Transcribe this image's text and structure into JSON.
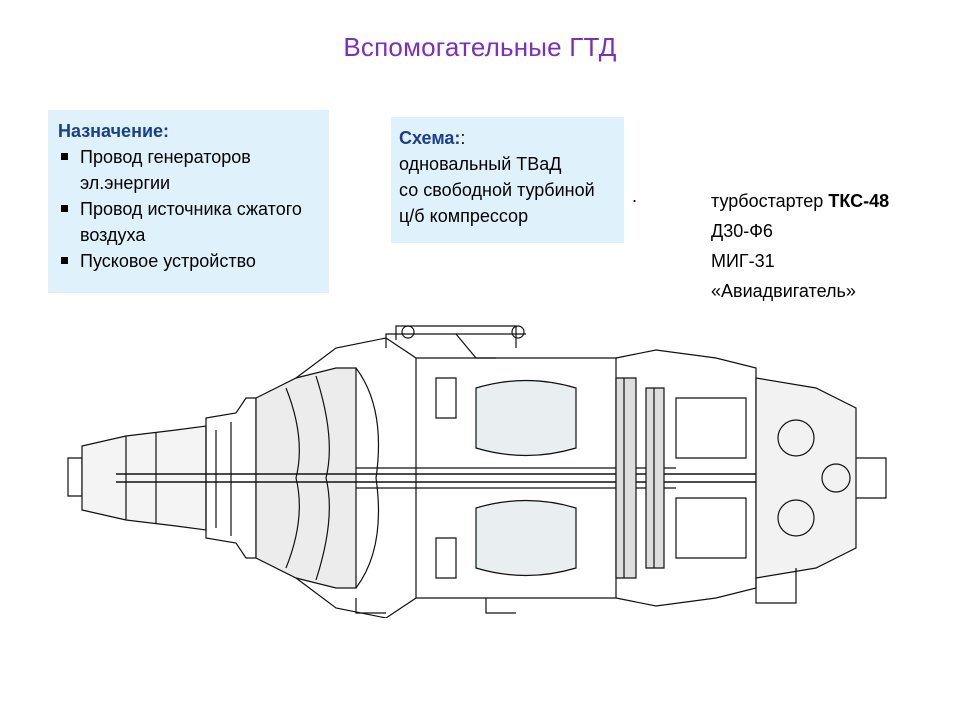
{
  "slide": {
    "title_main": "Вспомогательные",
    "title_accent": "ГТД"
  },
  "purpose": {
    "heading": "Назначение:",
    "items": [
      "Провод генераторов эл.энергии",
      "Провод источника сжатого воздуха",
      "Пусковое устройство"
    ]
  },
  "scheme": {
    "heading": "Схема:",
    "colon": ":",
    "lines": [
      "одновальный ТВаД",
      "со свободной турбиной",
      "ц/б компрессор"
    ]
  },
  "separator_dot": ".",
  "engine_info": {
    "line1_prefix": "турбостартер",
    "line1_model": "ТКС-48",
    "line2": "Д30-Ф6",
    "line3": "МИГ-31",
    "line4": "«Авиадвигатель»"
  },
  "colors": {
    "title": "#7b2fbf",
    "heading": "#1b3f8f",
    "box_background": "#dff1fb"
  }
}
